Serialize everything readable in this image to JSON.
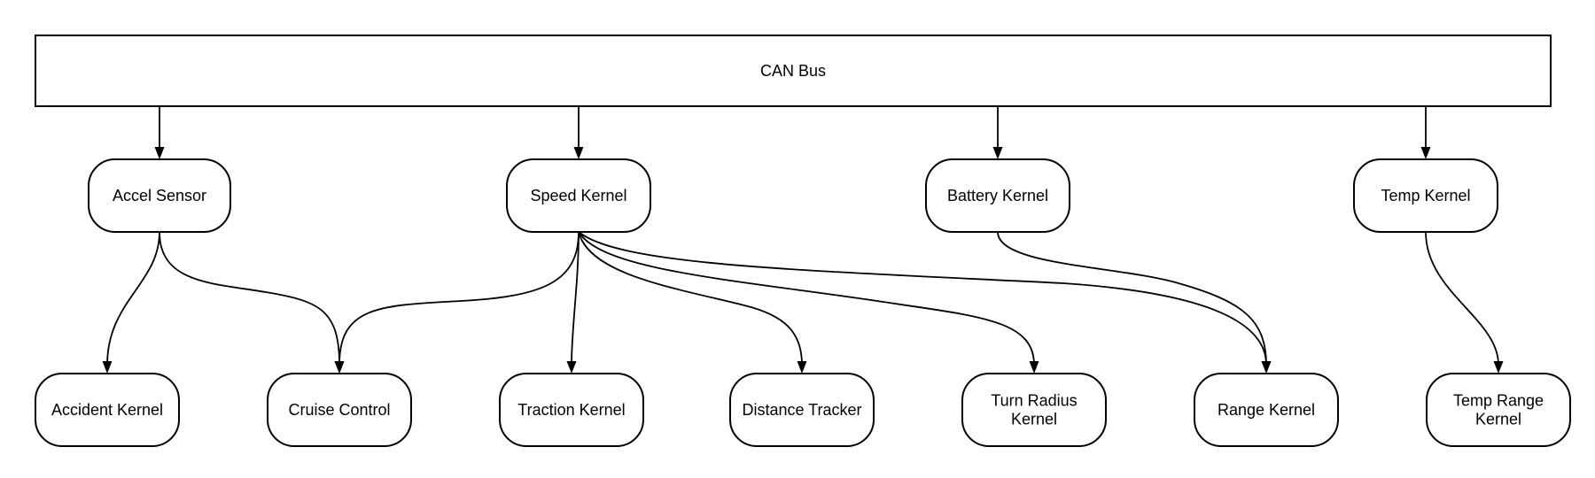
{
  "diagram": {
    "nodes": [
      {
        "id": "bus",
        "lines": [
          "CAN Bus"
        ]
      },
      {
        "id": "accel",
        "lines": [
          "Accel Sensor"
        ]
      },
      {
        "id": "speed",
        "lines": [
          "Speed Kernel"
        ]
      },
      {
        "id": "battery",
        "lines": [
          "Battery Kernel"
        ]
      },
      {
        "id": "temp",
        "lines": [
          "Temp Kernel"
        ]
      },
      {
        "id": "accident",
        "lines": [
          "Accident Kernel"
        ]
      },
      {
        "id": "cruise",
        "lines": [
          "Cruise Control"
        ]
      },
      {
        "id": "traction",
        "lines": [
          "Traction Kernel"
        ]
      },
      {
        "id": "distance",
        "lines": [
          "Distance Tracker"
        ]
      },
      {
        "id": "turn",
        "lines": [
          "Turn Radius",
          "Kernel"
        ]
      },
      {
        "id": "range",
        "lines": [
          "Range Kernel"
        ]
      },
      {
        "id": "temprange",
        "lines": [
          "Temp Range",
          "Kernel"
        ]
      }
    ],
    "edges": [
      {
        "from": "bus",
        "to": "accel"
      },
      {
        "from": "bus",
        "to": "speed"
      },
      {
        "from": "bus",
        "to": "battery"
      },
      {
        "from": "bus",
        "to": "temp"
      },
      {
        "from": "accel",
        "to": "accident"
      },
      {
        "from": "accel",
        "to": "cruise"
      },
      {
        "from": "speed",
        "to": "cruise"
      },
      {
        "from": "speed",
        "to": "traction"
      },
      {
        "from": "speed",
        "to": "distance"
      },
      {
        "from": "speed",
        "to": "turn"
      },
      {
        "from": "speed",
        "to": "range"
      },
      {
        "from": "battery",
        "to": "range"
      },
      {
        "from": "temp",
        "to": "temprange"
      }
    ]
  }
}
